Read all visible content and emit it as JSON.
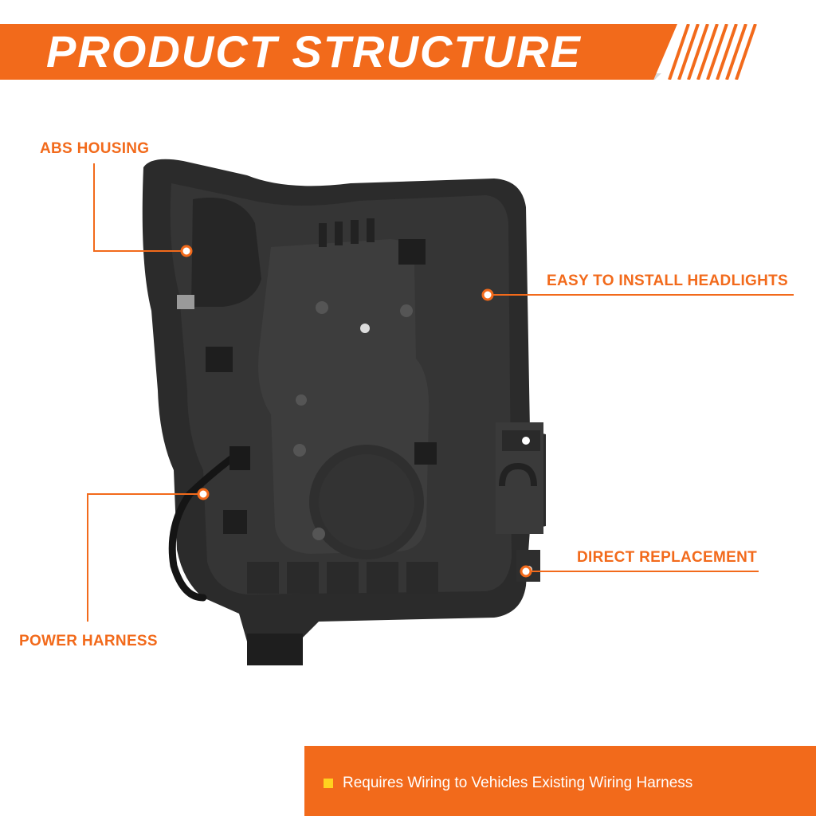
{
  "header": {
    "title": "PRODUCT STRUCTURE"
  },
  "callouts": {
    "abs_housing": "ABS HOUSING",
    "easy_install": "EASY TO INSTALL HEADLIGHTS",
    "direct_replacement": "DIRECT REPLACEMENT",
    "power_harness": "POWER HARNESS"
  },
  "footer": {
    "note": "Requires Wiring to Vehicles Existing Wiring Harness"
  },
  "colors": {
    "accent": "#f26a1b",
    "bullet": "#ffd21f",
    "housing": "#2b2b2b"
  },
  "icons": {
    "product": "headlight-housing-back-view"
  }
}
